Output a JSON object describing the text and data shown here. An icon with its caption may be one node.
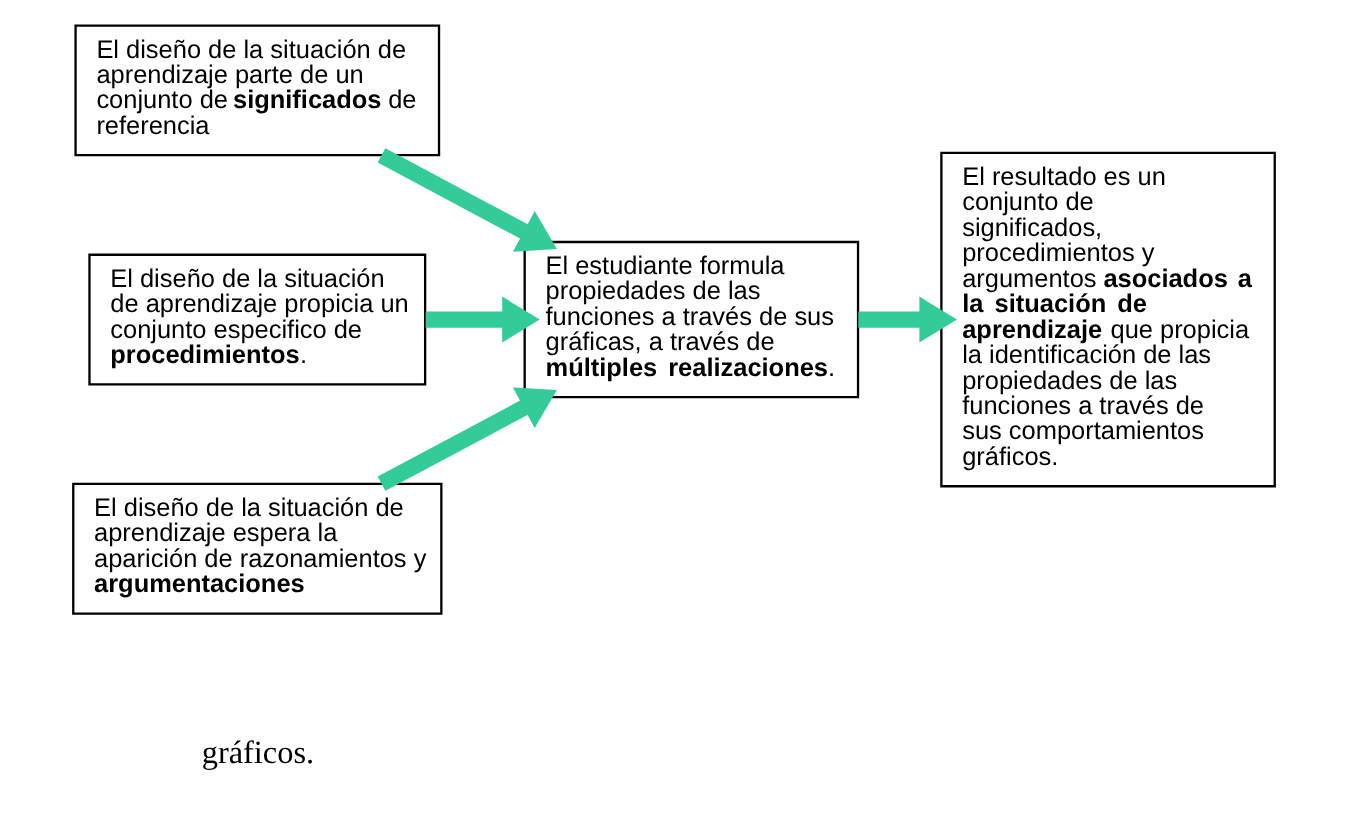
{
  "diagram": {
    "nodes": [
      {
        "text": [
          "El diseño de la situación de aprendizaje parte de un conjunto de **significados** de referencia"
        ]
      },
      {
        "text": [
          "El diseño de la situación de aprendizaje propicia un conjunto especifico de **procedimientos**."
        ]
      },
      {
        "text": [
          "El diseño de la situación de aprendizaje espera la aparición de razonamientos y **argumentaciones**"
        ]
      },
      {
        "text": [
          "El estudiante formula propiedades de las funciones a través de sus gráficas, a través de **múltiples realizaciones**."
        ]
      },
      {
        "text": [
          "El resultado es un conjunto de significados, procedimientos y argumentos **asociados a la situación de aprendizaje** que propicia la identificación de las propiedades de las funciones a través de sus comportamientos gráficos."
        ]
      }
    ],
    "edges": [
      {
        "from": 0,
        "to": 3,
        "arrow": "to"
      },
      {
        "from": 1,
        "to": 3,
        "arrow": "to"
      },
      {
        "from": 2,
        "to": 3,
        "arrow": "to"
      },
      {
        "from": 3,
        "to": 4,
        "arrow": "to"
      }
    ],
    "labels": [
      "gráficos."
    ]
  }
}
